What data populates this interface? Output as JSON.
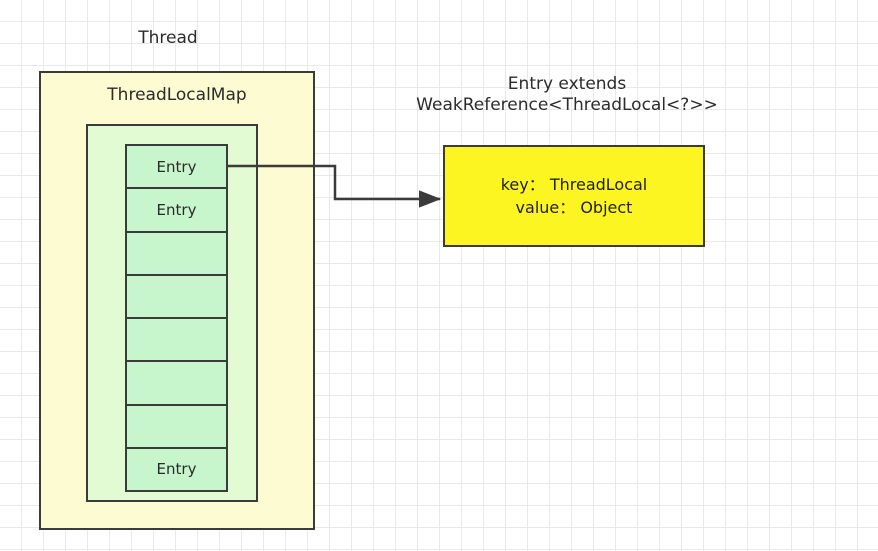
{
  "diagram": {
    "title": "ThreadLocal / ThreadLocalMap / Entry structure",
    "colors": {
      "thread_box_fill": "#fcfbd2",
      "map_table_fill": "#e2fbd2",
      "entry_cell_fill": "#c7f6cc",
      "entry_object_fill": "#fcf522",
      "stroke": "#3b3b3b",
      "grid_line": "#e9e9e9",
      "background": "#ffffff",
      "text": "#2b2b2b"
    },
    "thread": {
      "label": "Thread"
    },
    "thread_local_map": {
      "label": "ThreadLocalMap"
    },
    "entry_table": {
      "cells": [
        {
          "label": "Entry"
        },
        {
          "label": "Entry"
        },
        {
          "label": ""
        },
        {
          "label": ""
        },
        {
          "label": ""
        },
        {
          "label": ""
        },
        {
          "label": ""
        },
        {
          "label": "Entry"
        }
      ]
    },
    "entry_object": {
      "caption_line1": "Entry extends",
      "caption_line2": "WeakReference<ThreadLocal<?>>",
      "key_line": "key： ThreadLocal",
      "value_line": "value： Object"
    },
    "connector": {
      "name": "entry-to-entry-object-arrow"
    }
  }
}
